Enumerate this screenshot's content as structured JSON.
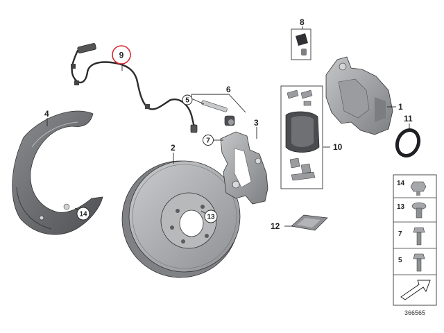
{
  "callouts": {
    "p1": "1",
    "p2": "2",
    "p3": "3",
    "p4": "4",
    "p5": "5",
    "p6": "6",
    "p7": "7",
    "p8": "8",
    "p9": "9",
    "p10": "10",
    "p11": "11",
    "p12": "12",
    "p13": "13",
    "p14": "14"
  },
  "fastener_panel": {
    "items": [
      "14",
      "13",
      "7",
      "5"
    ]
  },
  "reference_number": "366565",
  "colors": {
    "highlight": "#d9262c",
    "part_fill": "#a9abae",
    "part_dark": "#6d6f72",
    "outline": "#333333"
  }
}
